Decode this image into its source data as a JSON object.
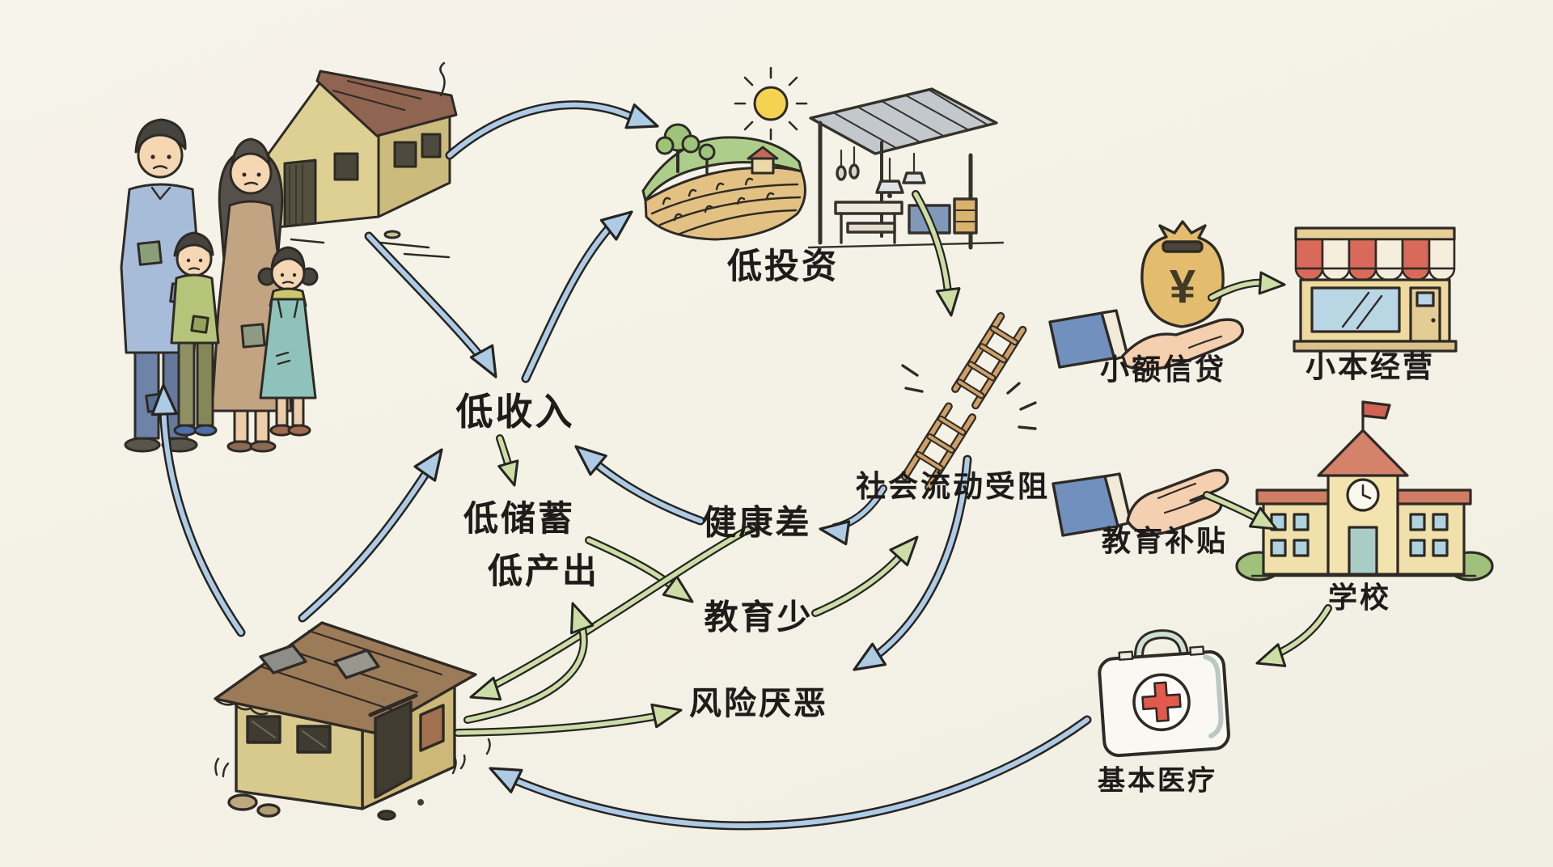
{
  "diagram": {
    "title_implicit": "poverty-cycle-hand-drawn-diagram",
    "background": "#f5f2e8",
    "ink_color": "#262421",
    "arrow_blue": "#aecbe6",
    "arrow_green": "#ccdda6"
  },
  "nodes": {
    "low_investment": {
      "label": "低投资"
    },
    "low_income": {
      "label": "低收入"
    },
    "low_savings": {
      "label": "低储蓄"
    },
    "low_output": {
      "label": "低产出"
    },
    "poor_health": {
      "label": "健康差"
    },
    "little_education": {
      "label": "教育少"
    },
    "risk_aversion": {
      "label": "风险厌恶"
    },
    "blocked_mobility": {
      "label": "社会流动受阻"
    },
    "microcredit": {
      "label": "小额信贷"
    },
    "small_business": {
      "label": "小本经营"
    },
    "education_subsidy": {
      "label": "教育补贴"
    },
    "school": {
      "label": "学校"
    },
    "basic_healthcare": {
      "label": "基本医疗"
    }
  },
  "symbols": {
    "yuan": "¥"
  },
  "icons": [
    "poor-family-icon",
    "old-house-icon",
    "farm-field-icon",
    "workshop-icon",
    "broken-ladder-icon",
    "microcredit-hand-icon",
    "small-shop-icon",
    "subsidy-hand-icon",
    "school-icon",
    "first-aid-kit-icon",
    "dilapidated-house-icon"
  ],
  "edges": [
    {
      "from": "old_house",
      "to": "low_investment",
      "color": "blue"
    },
    {
      "from": "poor_family",
      "to": "low_income",
      "color": "blue"
    },
    {
      "from": "low_income",
      "to": "low_investment",
      "color": "blue"
    },
    {
      "from": "dilapidated_house",
      "to": "poor_family",
      "color": "blue"
    },
    {
      "from": "dilapidated_house",
      "to": "low_income",
      "color": "blue"
    },
    {
      "from": "poor_health",
      "to": "low_income",
      "color": "blue"
    },
    {
      "from": "blocked_mobility",
      "to": "poor_health",
      "color": "blue"
    },
    {
      "from": "blocked_mobility",
      "to": "risk_aversion",
      "color": "blue"
    },
    {
      "from": "basic_healthcare",
      "to": "dilapidated_house",
      "color": "blue"
    },
    {
      "from": "low_income",
      "to": "low_savings",
      "color": "green"
    },
    {
      "from": "low_investment",
      "to": "blocked_mobility",
      "color": "green"
    },
    {
      "from": "low_output",
      "to": "little_education",
      "color": "green"
    },
    {
      "from": "poor_health",
      "to": "dilapidated_house",
      "color": "green"
    },
    {
      "from": "dilapidated_house",
      "to": "low_output",
      "color": "green"
    },
    {
      "from": "dilapidated_house",
      "to": "risk_aversion",
      "color": "green"
    },
    {
      "from": "little_education",
      "to": "blocked_mobility",
      "color": "green"
    },
    {
      "from": "microcredit",
      "to": "small_business",
      "color": "green"
    },
    {
      "from": "education_subsidy",
      "to": "school",
      "color": "green"
    },
    {
      "from": "school",
      "to": "basic_healthcare",
      "color": "green"
    }
  ]
}
